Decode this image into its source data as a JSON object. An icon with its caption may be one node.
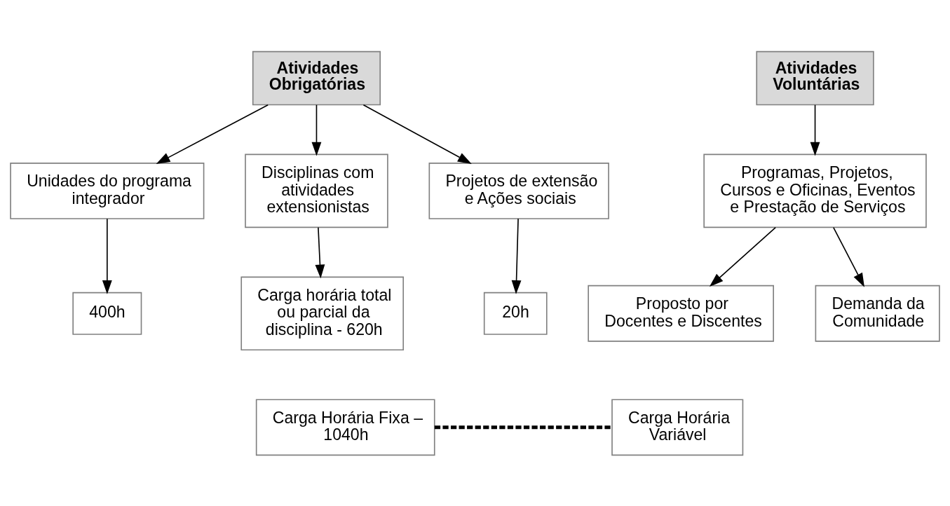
{
  "diagram": {
    "nodes": [
      {
        "text": [
          "Atividades Obrigatórias"
        ]
      },
      {
        "text": [
          "Atividades Voluntárias"
        ]
      },
      {
        "text": [
          "Unidades do programa integrador"
        ]
      },
      {
        "text": [
          "Disciplinas com atividades extensionistas"
        ]
      },
      {
        "text": [
          "Projetos de extensão e Ações sociais"
        ]
      },
      {
        "text": [
          "Programas, Projetos, Cursos e Oficinas, Eventos e Prestação de Serviços"
        ]
      },
      {
        "text": [
          "400h"
        ]
      },
      {
        "text": [
          "Carga horária total ou parcial da disciplina - 620h"
        ]
      },
      {
        "text": [
          "20h"
        ]
      },
      {
        "text": [
          "Proposto por Docentes e Discentes"
        ]
      },
      {
        "text": [
          "Demanda da Comunidade"
        ]
      },
      {
        "text": [
          "Carga Horária Fixa – 1040h"
        ]
      },
      {
        "text": [
          "Carga Horária Variável"
        ]
      }
    ],
    "edges": [
      {
        "from": 0,
        "to": 2,
        "arrow": "to"
      },
      {
        "from": 0,
        "to": 3,
        "arrow": "to"
      },
      {
        "from": 0,
        "to": 4,
        "arrow": "to"
      },
      {
        "from": 1,
        "to": 5,
        "arrow": "to"
      },
      {
        "from": 2,
        "to": 6,
        "arrow": "to"
      },
      {
        "from": 3,
        "to": 7,
        "arrow": "to"
      },
      {
        "from": 4,
        "to": 8,
        "arrow": "to"
      },
      {
        "from": 5,
        "to": 9,
        "arrow": "to"
      },
      {
        "from": 5,
        "to": 10,
        "arrow": "to"
      },
      {
        "from": 11,
        "to": 12,
        "arrow": "none",
        "style": "dashed"
      }
    ]
  }
}
